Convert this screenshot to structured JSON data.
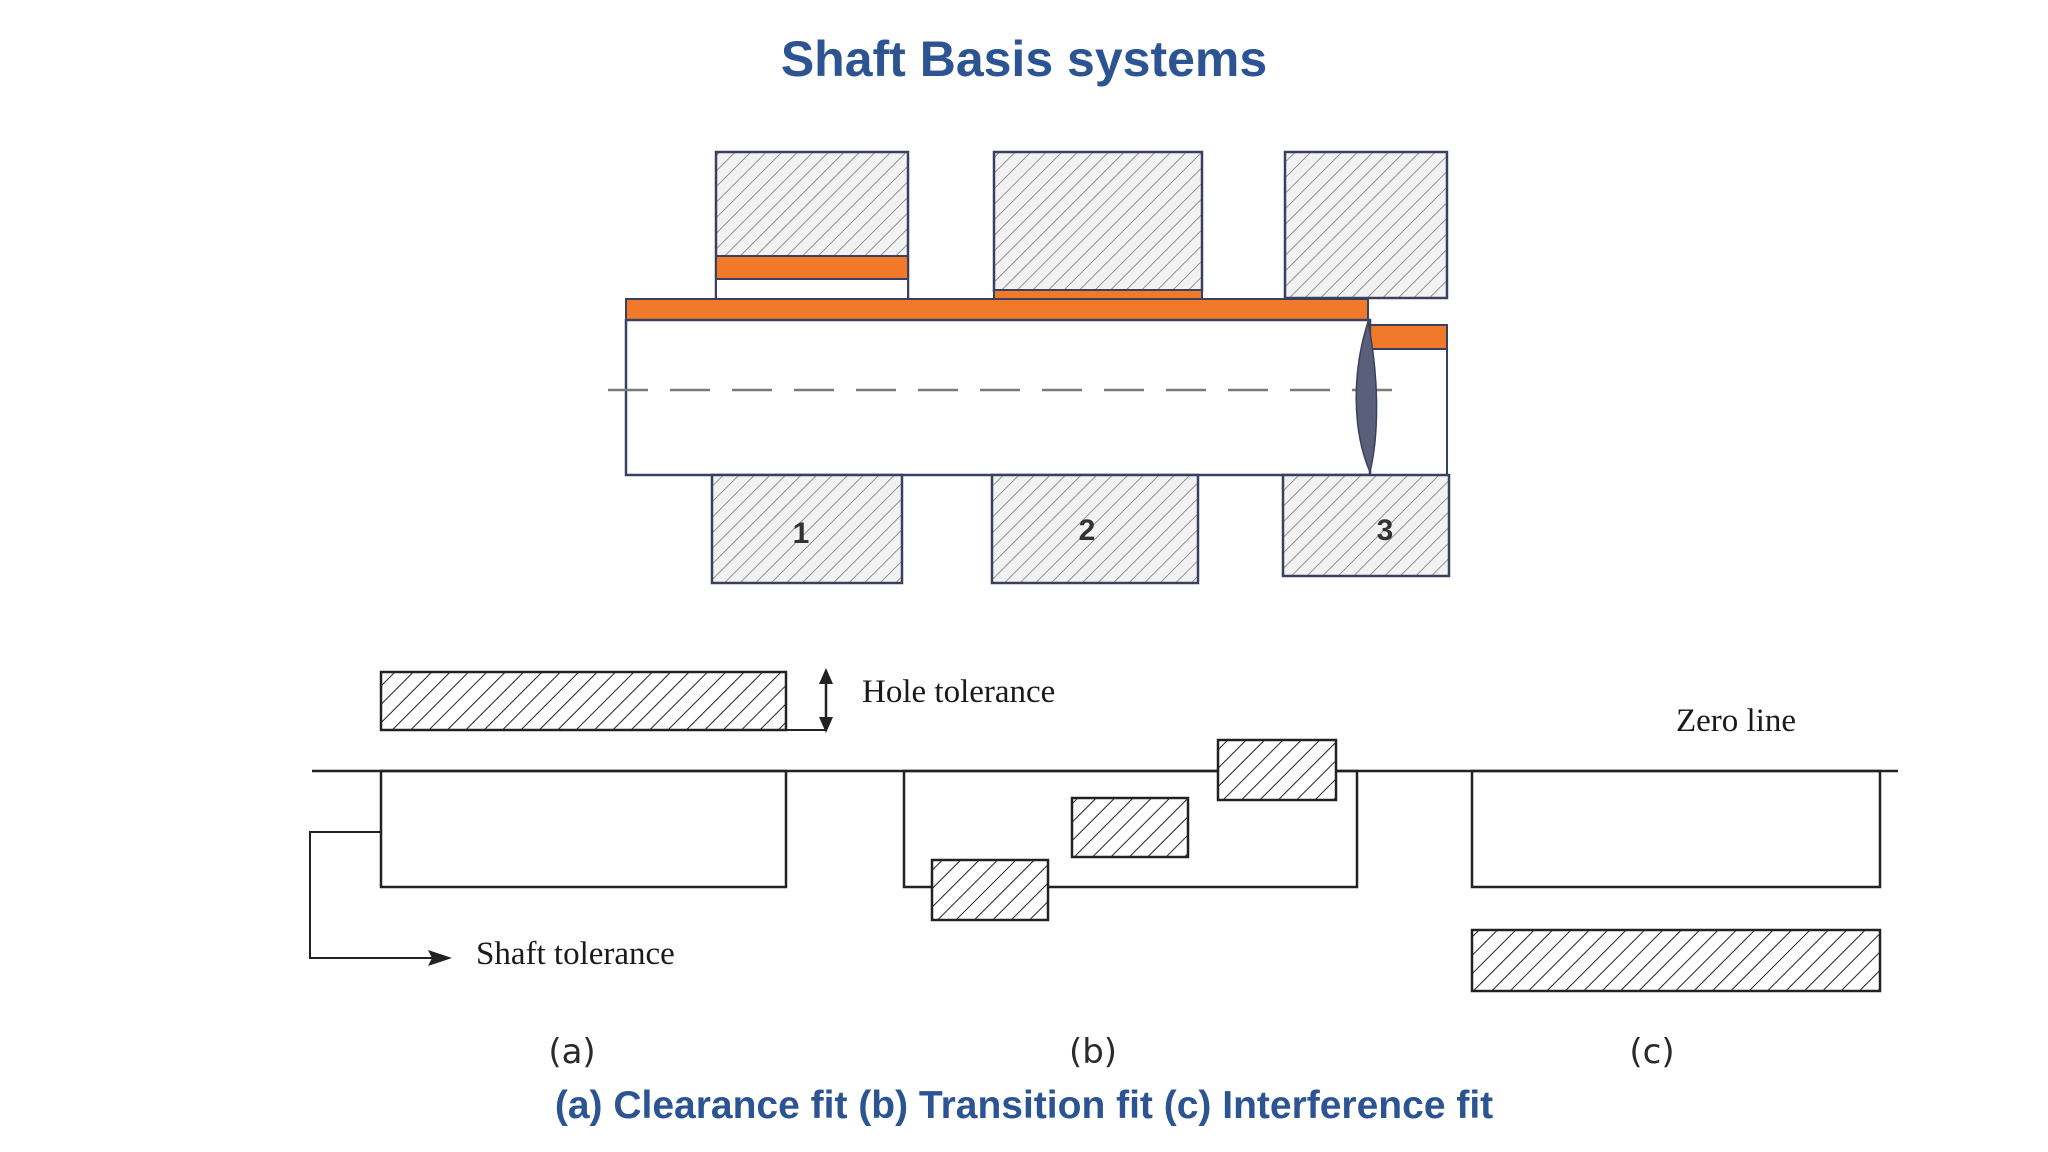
{
  "title": "Shaft Basis systems",
  "caption": "(a) Clearance fit (b) Transition fit (c) Interference fit",
  "top_figure": {
    "hole_numbers": [
      "1",
      "2",
      "3"
    ]
  },
  "bottom_figure": {
    "hole_tolerance_label": "Hole tolerance",
    "zero_line_label": "Zero line",
    "shaft_tolerance_label": "Shaft tolerance",
    "sub_labels": [
      "(a)",
      "(b)",
      "(c)"
    ]
  },
  "colors": {
    "title": "#2c5492",
    "tolerance_band": "#f07a2a",
    "hatch": "#6b6b6b",
    "outline": "#3a4060"
  }
}
